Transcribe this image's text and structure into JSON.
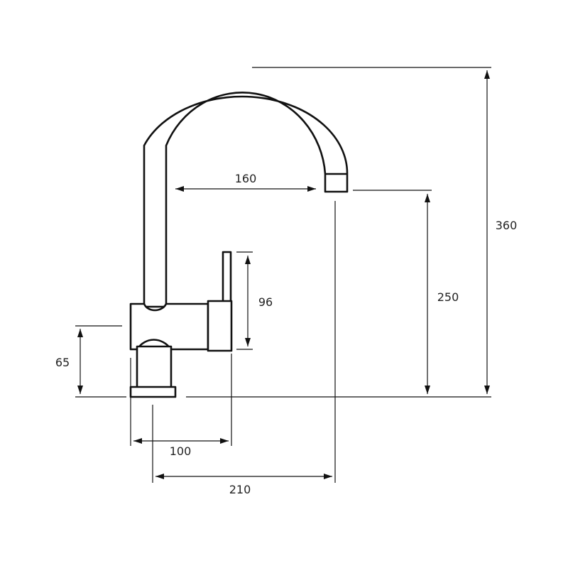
{
  "drawing": {
    "subject": "tap",
    "line_color": "#111111",
    "background": "#ffffff"
  },
  "dimensions": {
    "spout_reach": "160",
    "handle_height": "96",
    "outlet_height": "250",
    "total_height": "360",
    "base_height": "65",
    "body_width": "100",
    "total_reach": "210"
  }
}
